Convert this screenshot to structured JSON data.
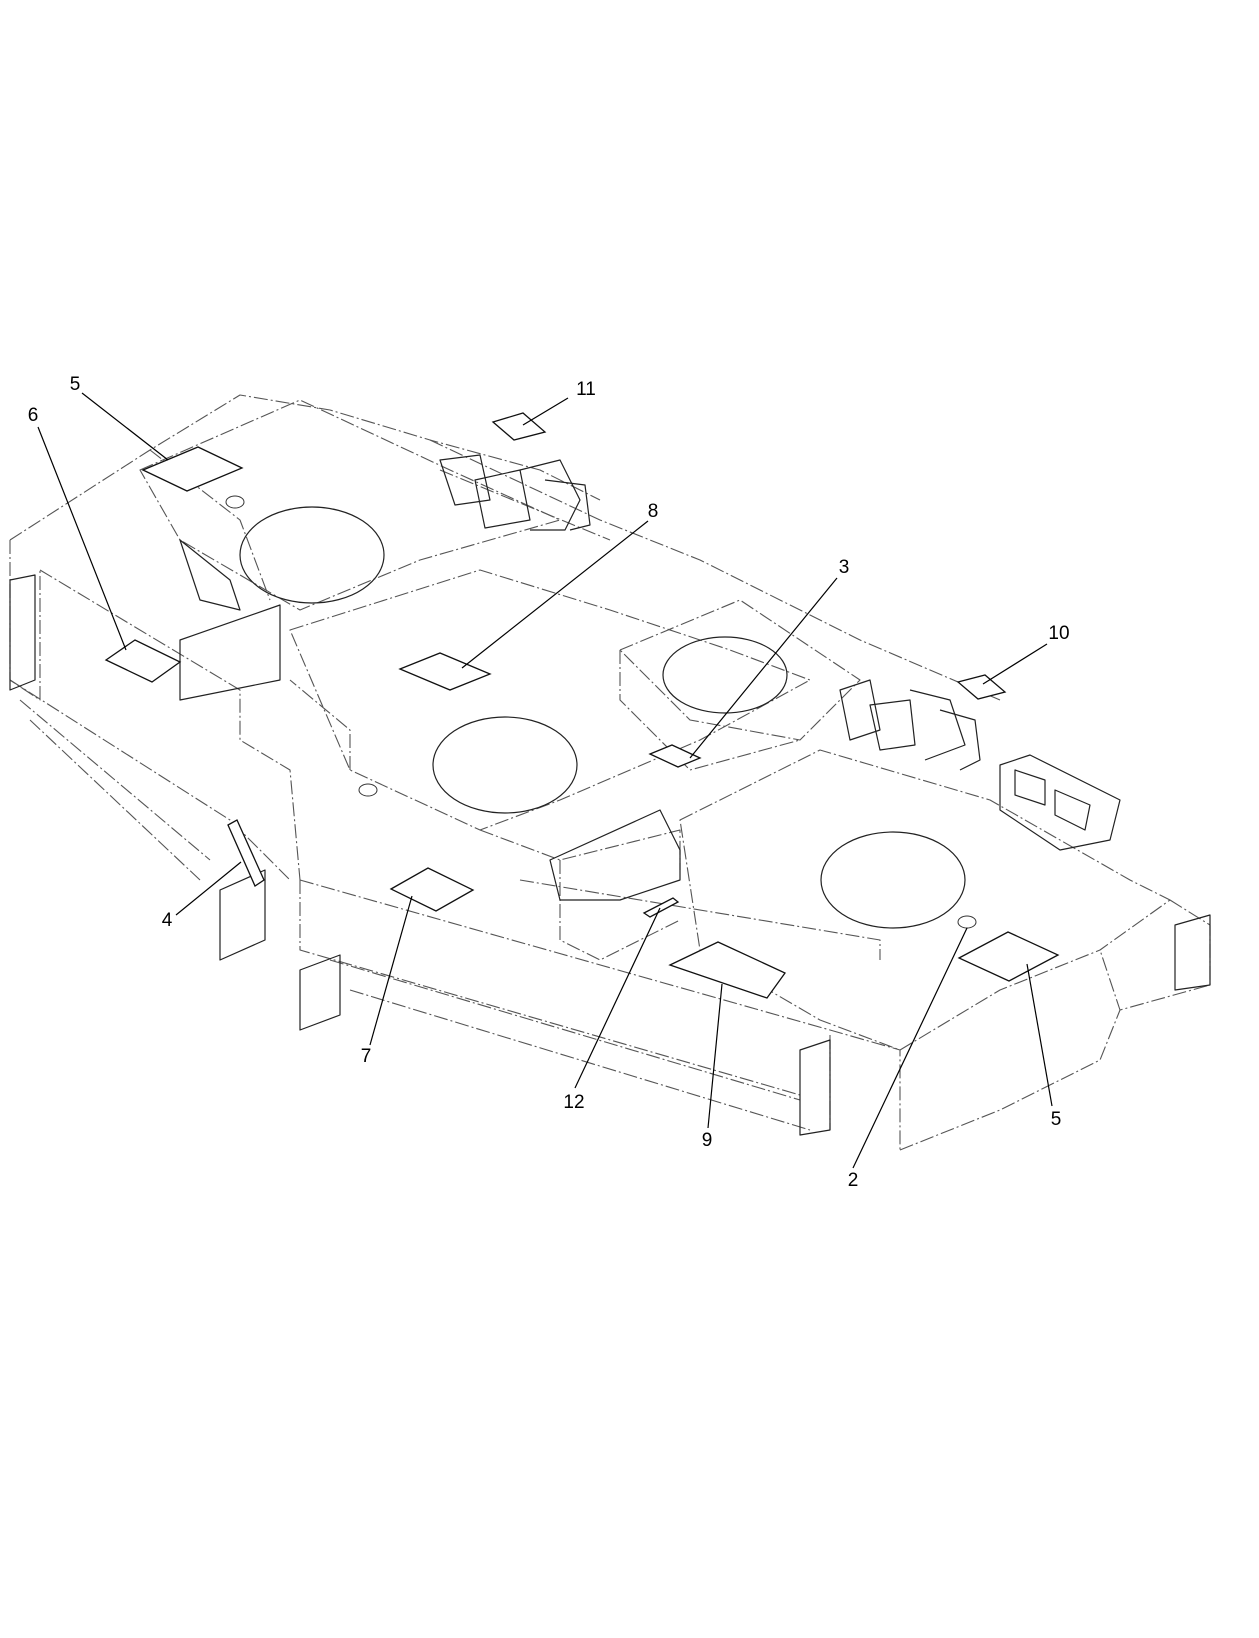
{
  "diagram": {
    "callouts": [
      {
        "id": "callout-5-top",
        "label": "5"
      },
      {
        "id": "callout-6",
        "label": "6"
      },
      {
        "id": "callout-11",
        "label": "11"
      },
      {
        "id": "callout-8",
        "label": "8"
      },
      {
        "id": "callout-3",
        "label": "3"
      },
      {
        "id": "callout-10",
        "label": "10"
      },
      {
        "id": "callout-4",
        "label": "4"
      },
      {
        "id": "callout-7",
        "label": "7"
      },
      {
        "id": "callout-12",
        "label": "12"
      },
      {
        "id": "callout-9",
        "label": "9"
      },
      {
        "id": "callout-2",
        "label": "2"
      },
      {
        "id": "callout-5-bottom",
        "label": "5"
      }
    ]
  }
}
